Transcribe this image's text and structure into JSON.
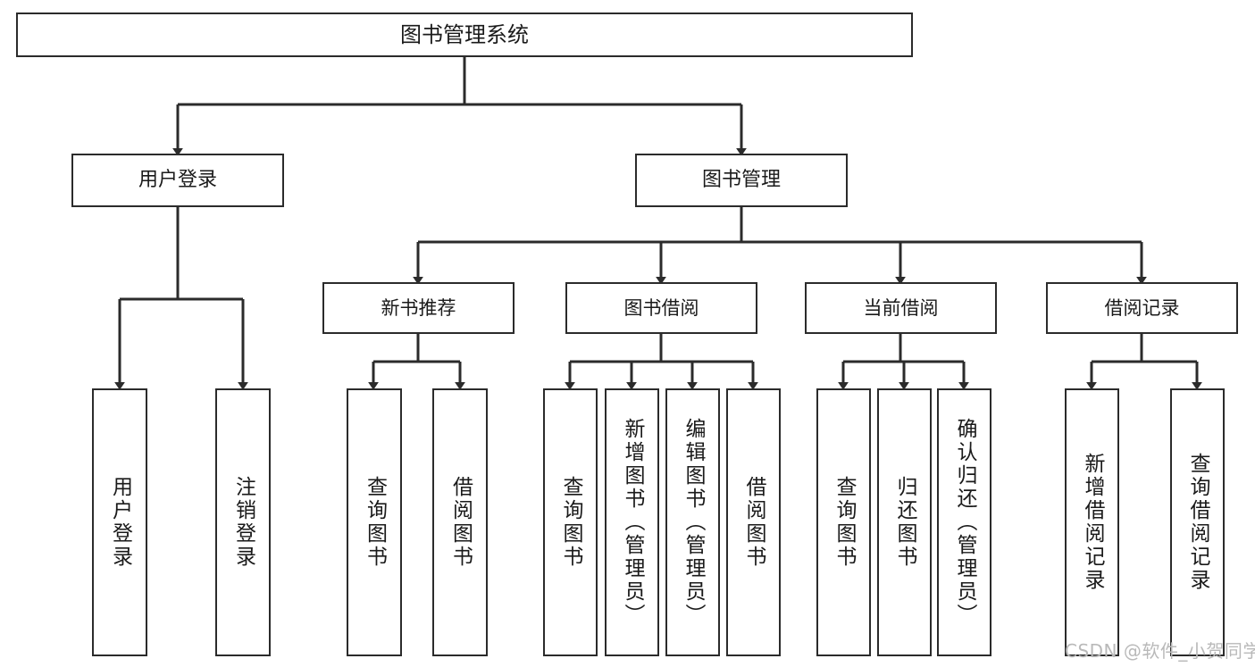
{
  "diagram": {
    "title": "图书管理系统",
    "type": "hierarchy-tree",
    "watermark": "CSDN @软件_小贺同学",
    "colors": {
      "box_border": "#2b2b2b",
      "box_fill": "#ffffff",
      "connector": "#2b2b2b",
      "text": "#1a1a1a",
      "watermark": "#b9b9b9",
      "background": "#ffffff"
    },
    "root": {
      "label": "图书管理系统"
    },
    "level1": [
      {
        "label": "用户登录"
      },
      {
        "label": "图书管理"
      }
    ],
    "level2": [
      {
        "label": "新书推荐"
      },
      {
        "label": "图书借阅"
      },
      {
        "label": "当前借阅"
      },
      {
        "label": "借阅记录"
      }
    ],
    "leaves": {
      "user_login": [
        {
          "label": "用户登录"
        },
        {
          "label": "注销登录"
        }
      ],
      "new_book_recommend": [
        {
          "label": "查询图书"
        },
        {
          "label": "借阅图书"
        }
      ],
      "book_borrow": [
        {
          "label": "查询图书"
        },
        {
          "label": "新增图书（管理员）"
        },
        {
          "label": "编辑图书（管理员）"
        },
        {
          "label": "借阅图书"
        }
      ],
      "current_borrow": [
        {
          "label": "查询图书"
        },
        {
          "label": "归还图书"
        },
        {
          "label": "确认归还（管理员）"
        }
      ],
      "borrow_record": [
        {
          "label": "新增借阅记录"
        },
        {
          "label": "查询借阅记录"
        }
      ]
    }
  }
}
